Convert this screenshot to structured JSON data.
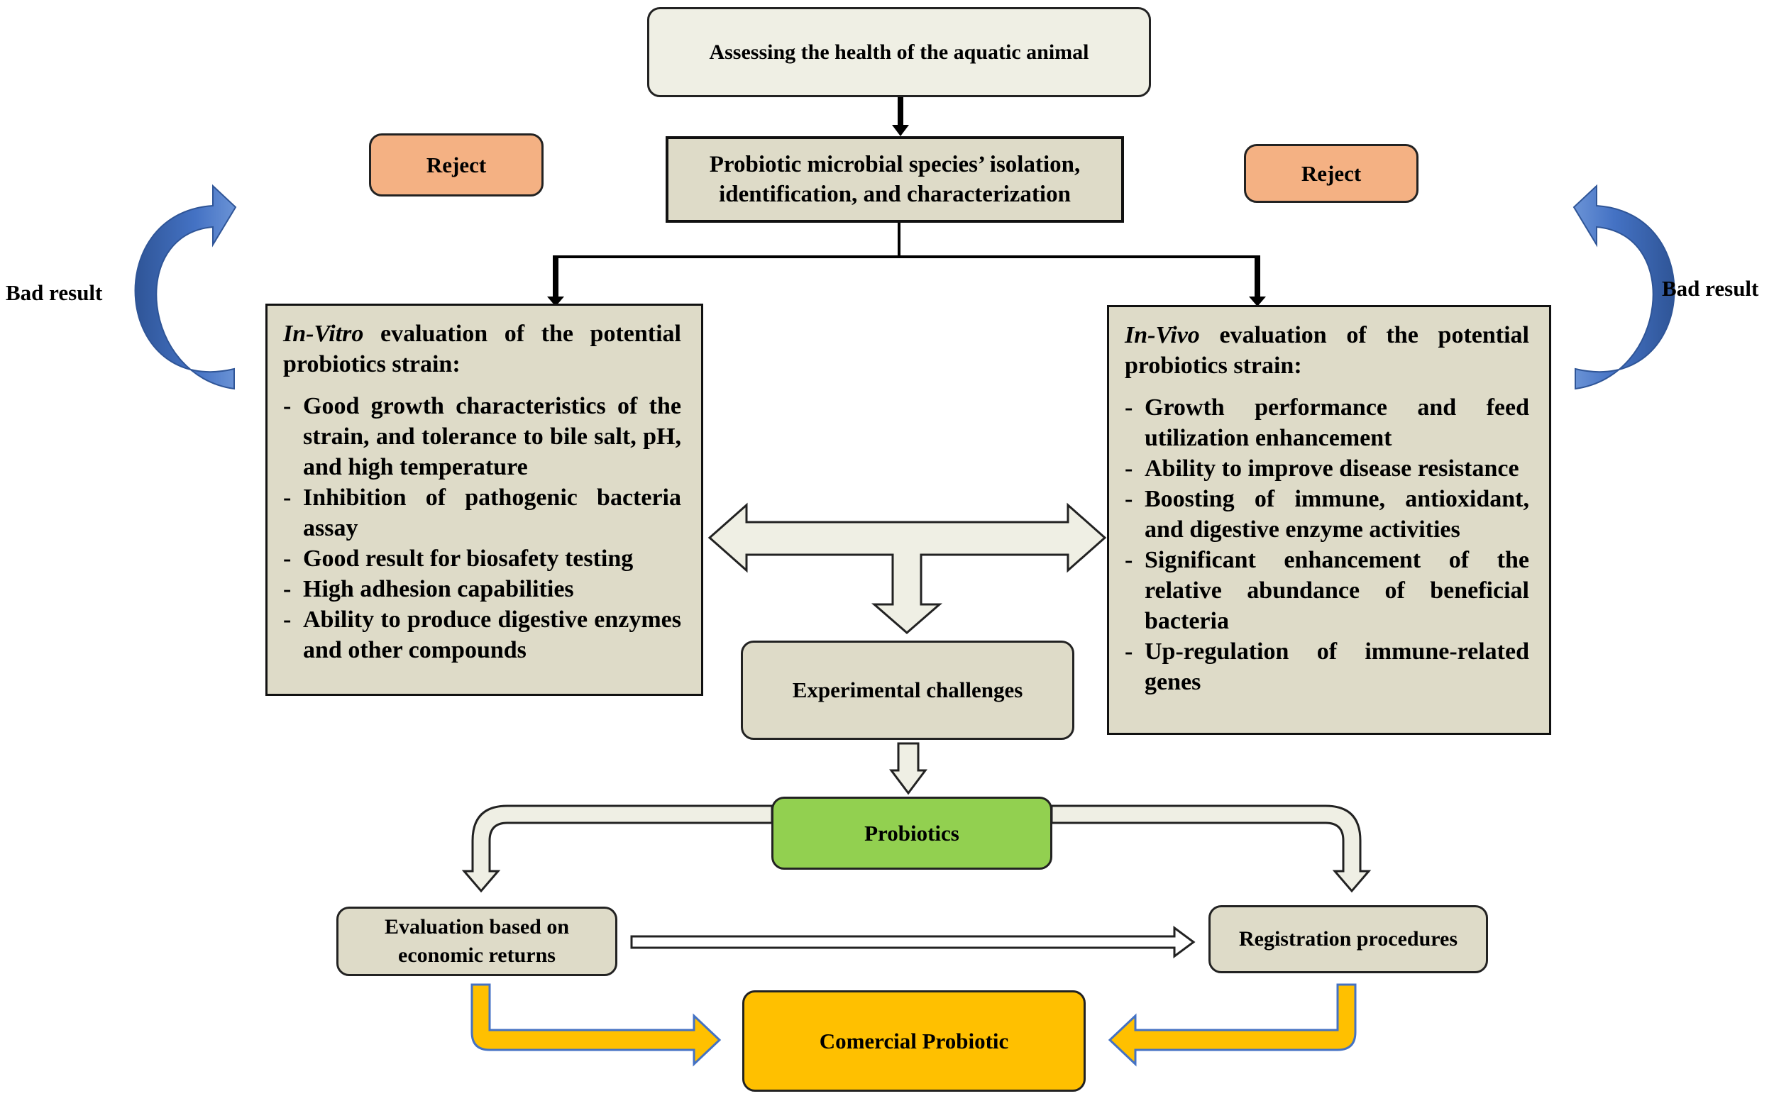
{
  "diagram": {
    "top_box": "Assessing the health of the aquatic animal",
    "isolation_box": "Probiotic microbial  species’ isolation, identification, and characterization",
    "reject_left": "Reject",
    "reject_right": "Reject",
    "bad_result_left": "Bad result",
    "bad_result_right": "Bad result",
    "in_vitro": {
      "title_italic": "In-Vitro",
      "title_rest": " evaluation of the potential probiotics strain:",
      "items": [
        "Good growth characteristics of the strain, and tolerance to bile salt, pH, and high temperature",
        "Inhibition of pathogenic bacteria assay",
        "Good result for biosafety testing",
        "High adhesion capabilities",
        "Ability to produce digestive enzymes and other compounds"
      ]
    },
    "in_vivo": {
      "title_italic": "In-Vivo",
      "title_rest": " evaluation of the potential probiotics strain:",
      "items": [
        "Growth performance and feed utilization enhancement",
        "Ability to improve disease resistance",
        "Boosting of immune, antioxidant, and digestive enzyme activities",
        "Significant enhancement of the relative abundance of beneficial bacteria",
        "Up-regulation of immune-related genes"
      ]
    },
    "experimental_challenges": "Experimental challenges",
    "probiotics": "Probiotics",
    "evaluation_box": "Evaluation based on economic returns",
    "registration_box": "Registration procedures",
    "commercial_box": "Comercial Probiotic",
    "colors": {
      "beige_box": "#efefe4",
      "grey_box": "#dedbc8",
      "reject": "#f4b183",
      "probiotics_green": "#92d050",
      "commercial_gold": "#ffc000",
      "curved_arrow_blue": "#4472c4",
      "yellow_arrow": "#ffc000",
      "hollow_arrow_fill": "#efefe4"
    }
  }
}
